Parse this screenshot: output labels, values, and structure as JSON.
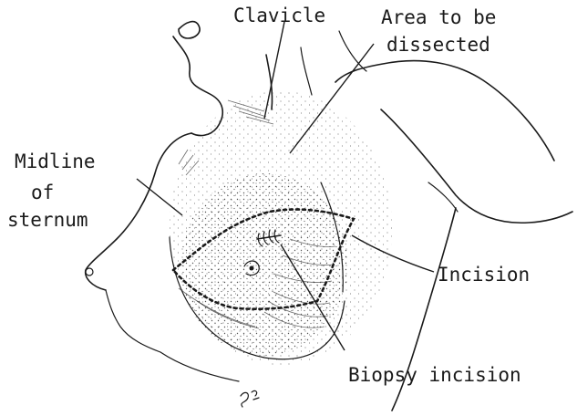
{
  "figure": {
    "background_color": "#ffffff",
    "ink_color": "#1a1a1a",
    "labels": {
      "clavicle": "Clavicle",
      "area_line1": "Area to be",
      "area_line2": "dissected",
      "midline_line1": "Midline",
      "midline_line2": "of",
      "midline_line3": "sternum",
      "incision": "Incision",
      "biopsy": "Biopsy incision"
    }
  }
}
